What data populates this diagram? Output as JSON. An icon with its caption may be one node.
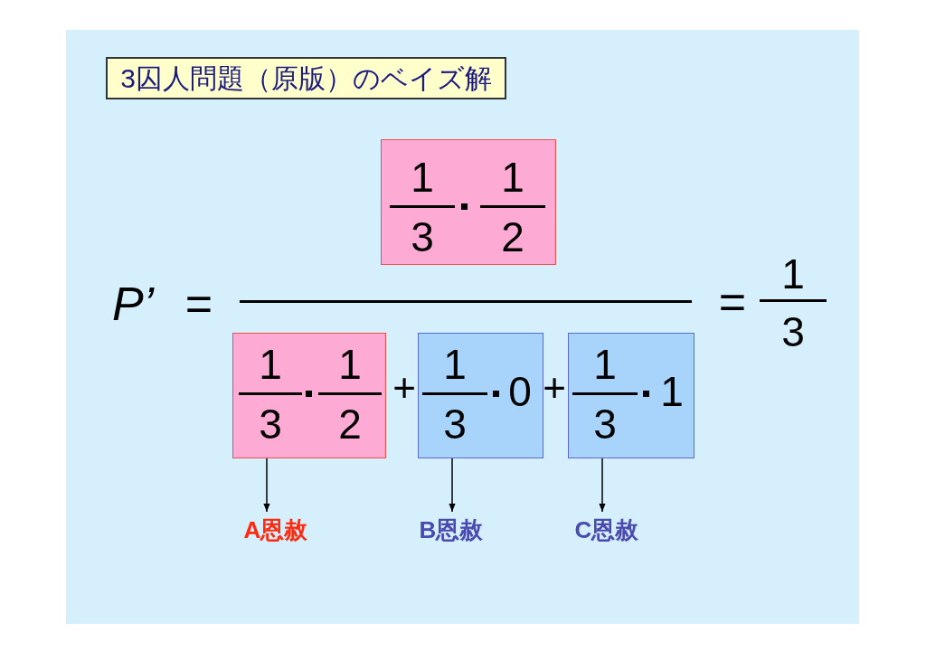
{
  "diagram": {
    "nodes": [
      {
        "text": [
          "3囚人問題（原版）のベイズ解"
        ]
      },
      {
        "text": [
          "1",
          "3",
          "1",
          "2"
        ]
      },
      {
        "text": [
          "1",
          "3",
          "1",
          "2"
        ]
      },
      {
        "text": [
          "1",
          "3",
          "0"
        ]
      },
      {
        "text": [
          "1",
          "3",
          "1"
        ]
      },
      {
        "text": [
          "A恩赦"
        ]
      },
      {
        "text": [
          "B恩赦"
        ]
      },
      {
        "text": [
          "C恩赦"
        ]
      }
    ],
    "edges": [
      {
        "from": 2,
        "to": 5,
        "arrow": "to"
      },
      {
        "from": 3,
        "to": 6,
        "arrow": "to"
      },
      {
        "from": 4,
        "to": 7,
        "arrow": "to"
      }
    ],
    "labels": [
      "P’",
      "=",
      "+",
      "+",
      "=",
      "1",
      "3"
    ]
  }
}
